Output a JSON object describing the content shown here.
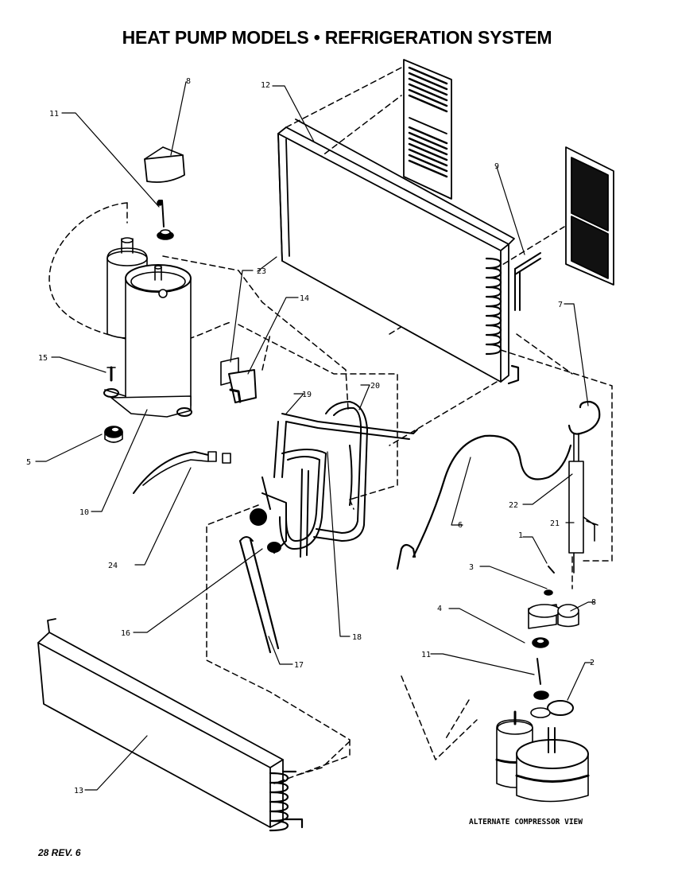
{
  "title": "HEAT PUMP MODELS • REFRIGERATION SYSTEM",
  "caption": "ALTERNATE COMPRESSOR VIEW",
  "page_ref": "28 REV. 6",
  "callouts": [
    "1",
    "2",
    "3",
    "4",
    "5",
    "6",
    "7",
    "8",
    "9",
    "10",
    "11",
    "12",
    "13",
    "14",
    "15",
    "16",
    "17",
    "18",
    "19",
    "20",
    "21",
    "22",
    "23",
    "24",
    "8",
    "11"
  ]
}
